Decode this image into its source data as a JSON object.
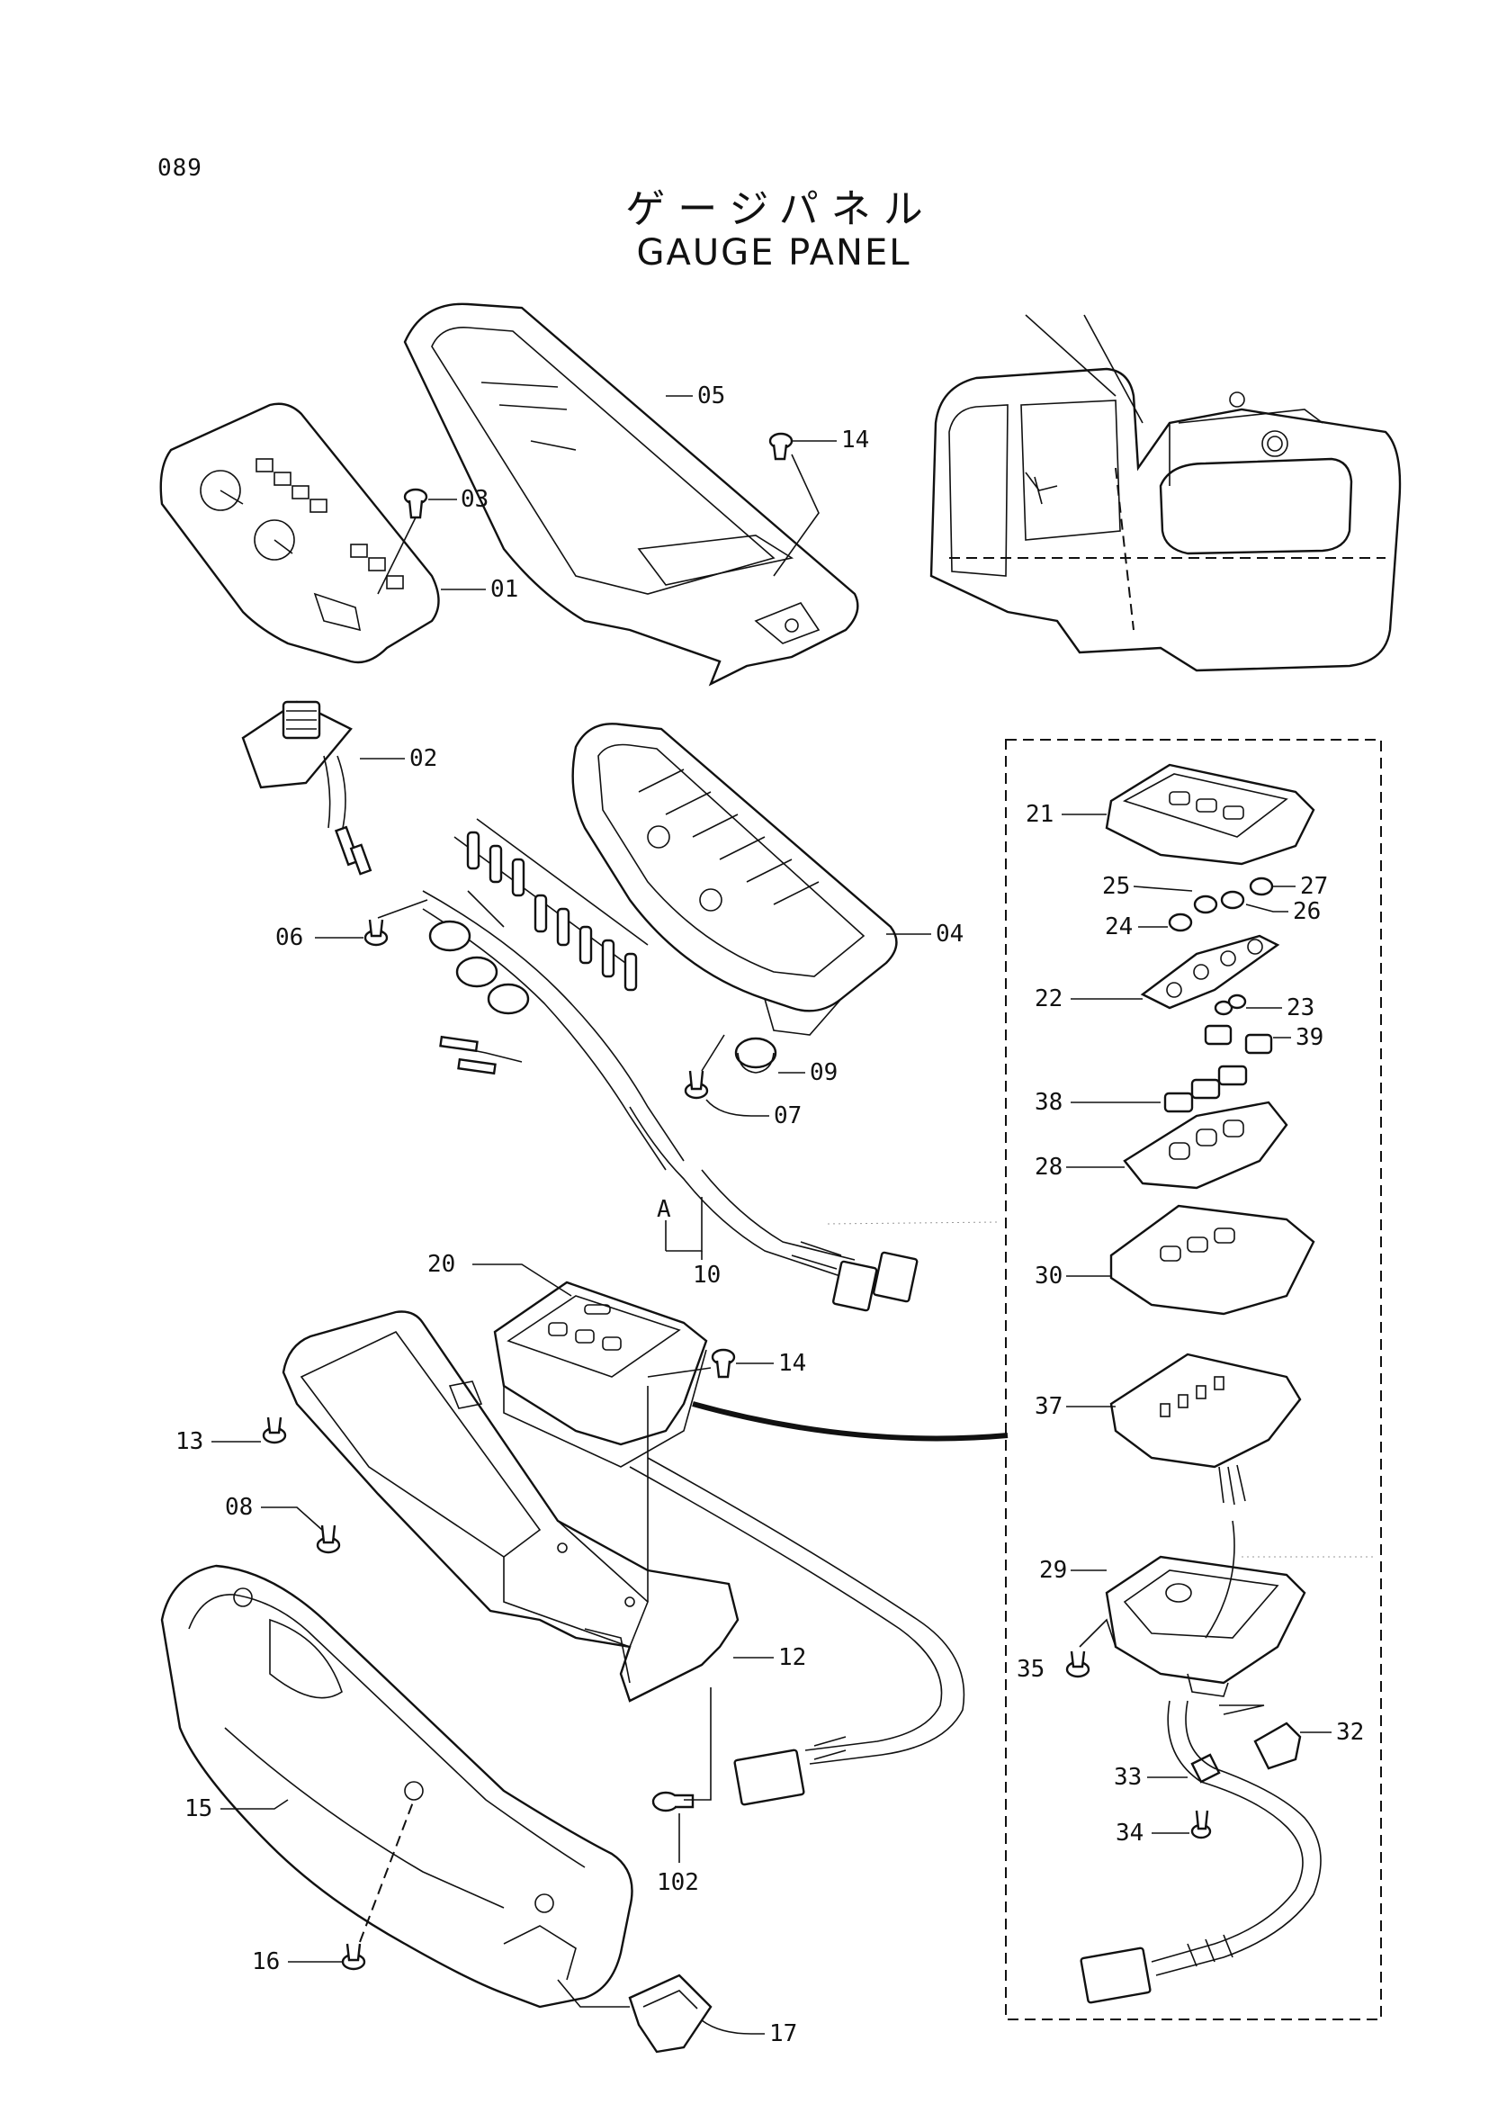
{
  "page_number": "089",
  "title_ja": "ゲージパネル",
  "title_en": "GAUGE PANEL",
  "callouts": {
    "c01": "01",
    "c02": "02",
    "c03": "03",
    "c04": "04",
    "c05": "05",
    "c06": "06",
    "c07": "07",
    "c08": "08",
    "c09": "09",
    "c10": "10",
    "c12": "12",
    "c13": "13",
    "c14a": "14",
    "c14b": "14",
    "c15": "15",
    "c16": "16",
    "c17": "17",
    "c20": "20",
    "c21": "21",
    "c22": "22",
    "c23": "23",
    "c24": "24",
    "c25": "25",
    "c26": "26",
    "c27": "27",
    "c28": "28",
    "c29": "29",
    "c30": "30",
    "c32": "32",
    "c33": "33",
    "c34": "34",
    "c35": "35",
    "c37": "37",
    "c38": "38",
    "c39": "39",
    "c102": "102",
    "cA": "A"
  }
}
